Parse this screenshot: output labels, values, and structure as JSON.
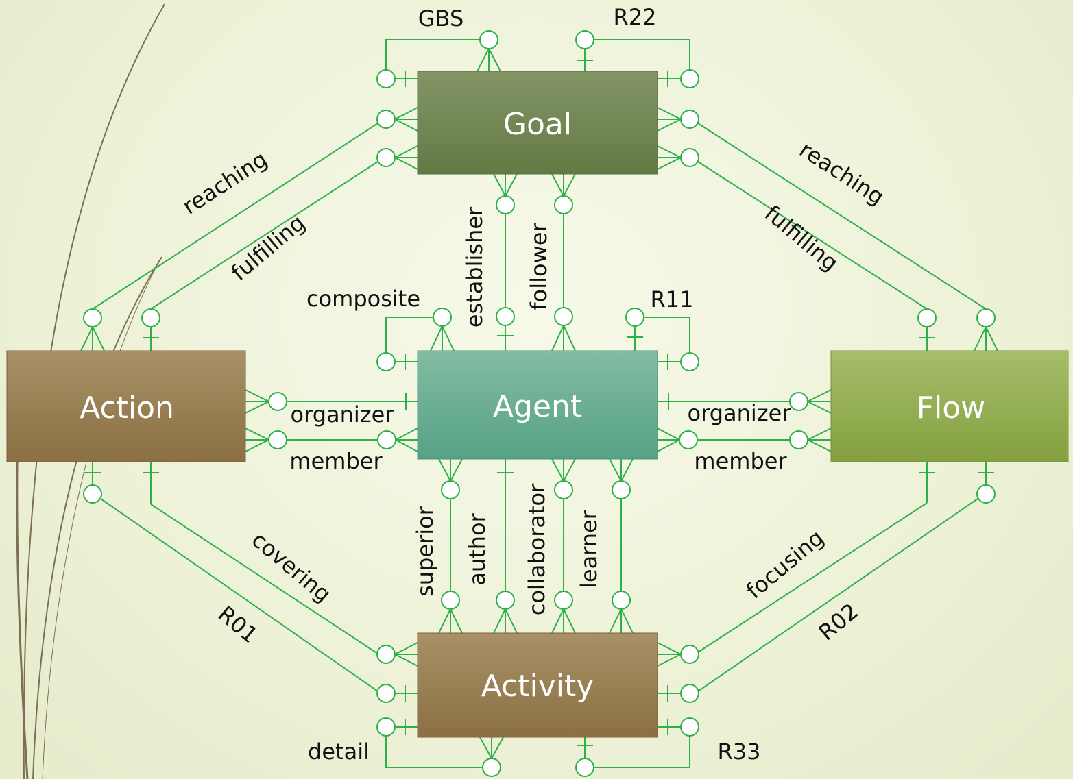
{
  "colors": {
    "connector": "#2db04a",
    "goal_top": "#849566",
    "goal_bottom": "#637a45",
    "agent_top": "#83bca2",
    "agent_bottom": "#56a286",
    "action_top": "#a89168",
    "action_bottom": "#8a7042",
    "flow_top": "#a7be6a",
    "flow_bottom": "#84a040",
    "activity_top": "#a89168",
    "activity_bottom": "#8a7042"
  },
  "entities": {
    "goal": "Goal",
    "agent": "Agent",
    "action": "Action",
    "flow": "Flow",
    "activity": "Activity"
  },
  "relations": {
    "gbs": "GBS",
    "r22": "R22",
    "r11": "R11",
    "r33": "R33",
    "r01": "R01",
    "r02": "R02",
    "composite": "composite",
    "detail": "detail",
    "reaching_left": "reaching",
    "fulfilling_left": "fulfilling",
    "reaching_right": "reaching",
    "fulfilling_right": "fulfilling",
    "establisher": "establisher",
    "follower": "follower",
    "organizer_left": "organizer",
    "member_left": "member",
    "organizer_right": "organizer",
    "member_right": "member",
    "superior": "superior",
    "author": "author",
    "collaborator": "collaborator",
    "learner": "learner",
    "covering": "covering",
    "focusing": "focusing"
  }
}
